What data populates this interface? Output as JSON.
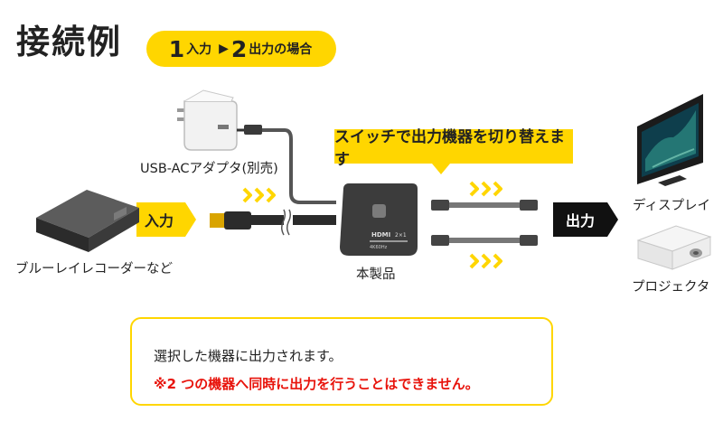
{
  "header": {
    "title": "接続例",
    "pill": {
      "num_in": "1",
      "in_label": "入力",
      "num_out": "2",
      "out_label": "出力の場合"
    }
  },
  "callout": "スイッチで出力機器を切り替えます",
  "labels": {
    "adapter": "USB-ACアダプタ(別売)",
    "recorder": "ブルーレイレコーダーなど",
    "product": "本製品",
    "display": "ディスプレイ",
    "projector": "プロジェクタ",
    "input_arrow": "入力",
    "output_arrow": "出力",
    "device_logo": "HDMI",
    "device_spec": "2×1",
    "device_brand": "4K60Hz"
  },
  "notes": {
    "line1": "選択した機器に出力されます。",
    "line2": "※2 つの機器へ同時に出力を行うことはできません。"
  },
  "colors": {
    "accent": "#ffd600",
    "warning": "#e8130b",
    "dark": "#2b2b2b"
  }
}
